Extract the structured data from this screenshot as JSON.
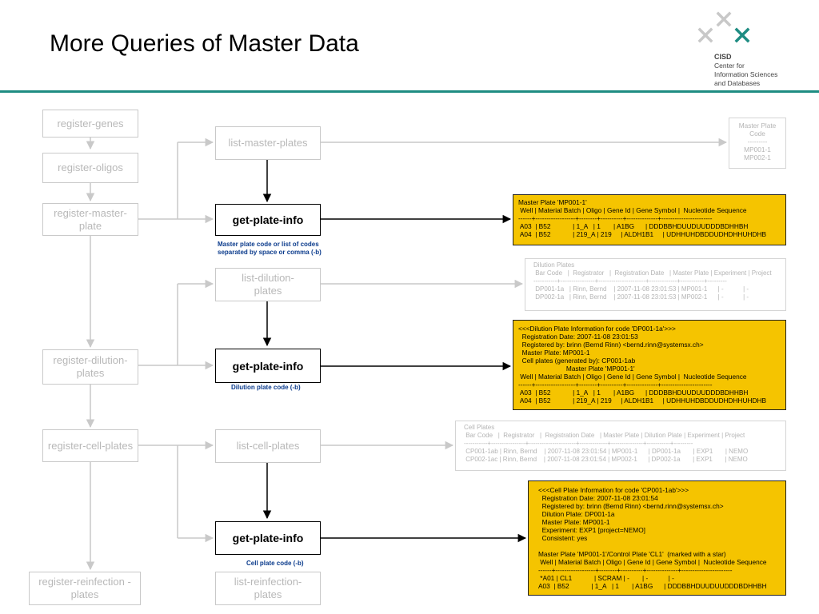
{
  "title": "More Queries of Master Data",
  "logo": {
    "abbr": "CISD",
    "line1": "Center for",
    "line2": "Information Sciences",
    "line3": "and Databases"
  },
  "left_column": [
    {
      "id": "register-genes",
      "label": "register-genes"
    },
    {
      "id": "register-oligos",
      "label": "register-oligos"
    },
    {
      "id": "register-master-plate",
      "label": "register-master-plate"
    },
    {
      "id": "register-dilution-plates",
      "label": "register-dilution-plates"
    },
    {
      "id": "register-cell-plates",
      "label": "register-cell-plates"
    },
    {
      "id": "register-reinfection-plates",
      "label": "register-reinfection - plates"
    }
  ],
  "middle_column": {
    "list_master": "list-master-plates",
    "info_master": "get-plate-info",
    "note_master": "Master plate code or list of codes\nseparated by space or comma (-b)",
    "list_dilution": "list-dilution-plates",
    "info_dilution": "get-plate-info",
    "note_dilution": "Dilution plate code (-b)",
    "list_cell": "list-cell-plates",
    "info_cell": "get-plate-info",
    "note_cell": "Cell plate code (-b)",
    "list_reinfection": "list-reinfection-plates"
  },
  "outputs": {
    "master_list": "Master Plate\nCode\n---------\nMP001-1\nMP002-1",
    "master_info": "Master Plate 'MP001-1'\n Well | Material Batch | Oligo | Gene Id | Gene Symbol |  Nucleotide Sequence\n------+------------------+--------+----------+--------------+-----------------------\n A03  | B52            | 1_A   | 1       | A1BG      | DDDBBHDUUDUUDDDBDHHBH\n A04  | B52            | 219_A | 219     | ALDH1B1     | UDHHUHDBDDUDHDHHUHDHB",
    "dilution_list": "Dilution Plates\n Bar Code   |  Registrator   |  Registration Date   | Master Plate | Experiment | Project\n-----------+----------------+----------------------+-------------+-----------+---------\n DP001-1a   | Rinn, Bernd    | 2007-11-08 23:01:53 | MP001-1      | -           | -\n DP002-1a   | Rinn, Bernd    | 2007-11-08 23:01:53 | MP002-1      | -           | -",
    "dilution_info": "<<<Dilution Plate Information for code 'DP001-1a'>>>\n  Registration Date: 2007-11-08 23:01:53\n  Registered by: brinn (Bernd Rinn) <bernd.rinn@systemsx.ch>\n  Master Plate: MP001-1\n  Cell plates (generated by): CP001-1ab\n                          Master Plate 'MP001-1'\n Well | Material Batch | Oligo | Gene Id | Gene Symbol |  Nucleotide Sequence\n------+------------------+--------+----------+--------------+-----------------------\n A03  | B52            | 1_A   | 1       | A1BG      | DDDBBHDUUDUUDDDBDHHBH\n A04  | B52            | 219_A | 219     | ALDH1B1     | UDHHUHDBDDUDHDHHUHDHB",
    "cell_list": "Cell Plates\n Bar Code   |  Registrator   |  Registration Date   | Master Plate | Dilution Plate | Experiment | Project\n-----------+----------------+----------------------+-------------+---------------+-----------+---------\n CP001-1ab | Rinn, Bernd    | 2007-11-08 23:01:54 | MP001-1      | DP001-1a       | EXP1       | NEMO\n CP002-1ac | Rinn, Bernd    | 2007-11-08 23:01:54 | MP002-1      | DP002-1a       | EXP1       | NEMO",
    "cell_info": "<<<Cell Plate Information for code 'CP001-1ab'>>>\n  Registration Date: 2007-11-08 23:01:54\n  Registered by: brinn (Bernd Rinn) <bernd.rinn@systemsx.ch>\n  Dilution Plate: DP001-1a\n  Master Plate: MP001-1\n  Experiment: EXP1 [project=NEMO]\n  Consistent: yes\n\nMaster Plate 'MP001-1'/Control Plate 'CL1'  (marked with a star)\n Well | Material Batch | Oligo | Gene Id | Gene Symbol |  Nucleotide Sequence\n------+------------------+--------+----------+--------------+-----------------------\n *A01 | CL1            | SCRAM | -       | -           | -\nA03  | B52            | 1_A   | 1       | A1BG      | DDDBBHDUUDUUDDDBDHHBH"
  },
  "colors": {
    "accent_rule": "#1e8c82",
    "output_fill": "#f5c400",
    "note_text": "#0b3b8c",
    "inactive_border": "#c9c9c9",
    "inactive_text": "#b8b8b8",
    "logo_x_light": "#c8c8c8",
    "logo_x_teal": "#1e8c82"
  }
}
